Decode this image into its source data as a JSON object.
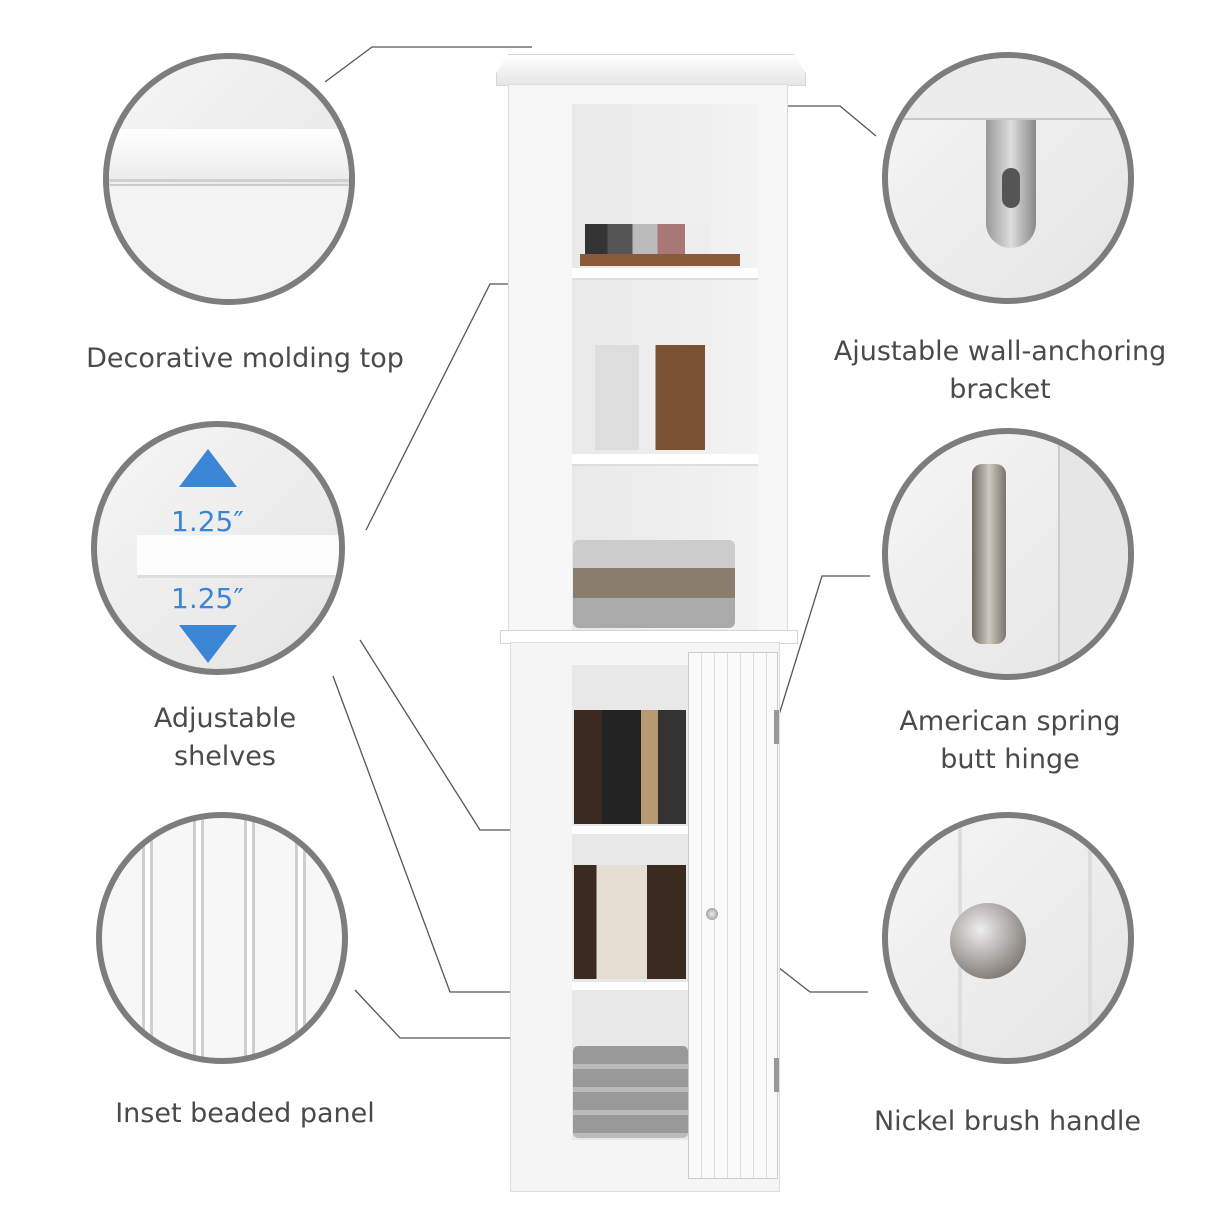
{
  "features": {
    "molding": {
      "label": "Decorative molding top"
    },
    "bracket": {
      "label_line1": "Ajustable wall-anchoring",
      "label_line2": "bracket"
    },
    "shelves": {
      "label_line1": "Adjustable",
      "label_line2": "shelves",
      "gap_above": "1.25″",
      "gap_below": "1.25″"
    },
    "hinge": {
      "label_line1": "American spring",
      "label_line2": "butt hinge"
    },
    "panel": {
      "label": "Inset beaded panel"
    },
    "handle": {
      "label": "Nickel brush handle"
    }
  },
  "colors": {
    "circle_border": "#7d7d7d",
    "arrow_blue": "#3b86d4",
    "label_text": "#4a4a4a",
    "cabinet": "#ffffff"
  }
}
